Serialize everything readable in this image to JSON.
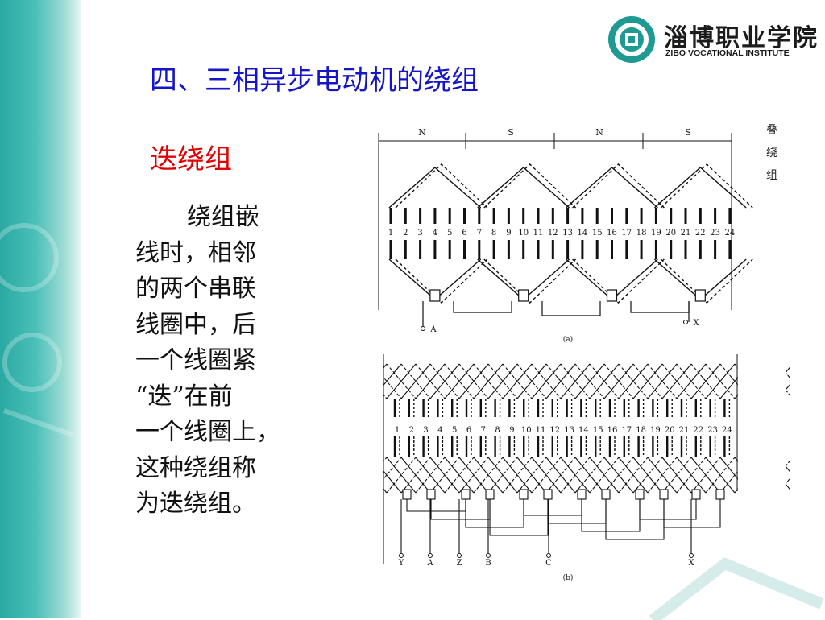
{
  "institute": {
    "name_cn": "淄博职业学院",
    "name_en": "ZIBO VOCATIONAL INSTITUTE"
  },
  "title": "四、三相异步电动机的绕组",
  "subtitle": "迭绕组",
  "body_lines": [
    "绕组嵌",
    "线时，相邻",
    "的两个串联",
    "线圈中，后",
    "一个线圈紧",
    "“迭”在前",
    "一个线圈上，",
    "这种绕组称",
    "为迭绕组。"
  ],
  "side_mark": [
    "叠",
    "绕",
    "组"
  ],
  "diagram_a": {
    "poles": [
      "N",
      "S",
      "N",
      "S"
    ],
    "slots": [
      "1",
      "2",
      "3",
      "4",
      "5",
      "6",
      "7",
      "8",
      "9",
      "10",
      "11",
      "12",
      "13",
      "14",
      "15",
      "16",
      "17",
      "18",
      "19",
      "20",
      "21",
      "22",
      "23",
      "24"
    ],
    "terminals": [
      "A",
      "X"
    ],
    "caption": "(a)"
  },
  "diagram_b": {
    "slots": [
      "1",
      "2",
      "3",
      "4",
      "5",
      "6",
      "7",
      "8",
      "9",
      "10",
      "11",
      "12",
      "13",
      "14",
      "15",
      "16",
      "17",
      "18",
      "19",
      "20",
      "21",
      "22",
      "23",
      "24"
    ],
    "terminals": [
      "Y",
      "A",
      "Z",
      "B",
      "C",
      "X"
    ],
    "caption": "(b)"
  },
  "colors": {
    "title": "#1414c8",
    "subtitle": "#e00000",
    "band": "#2aa8a2"
  }
}
